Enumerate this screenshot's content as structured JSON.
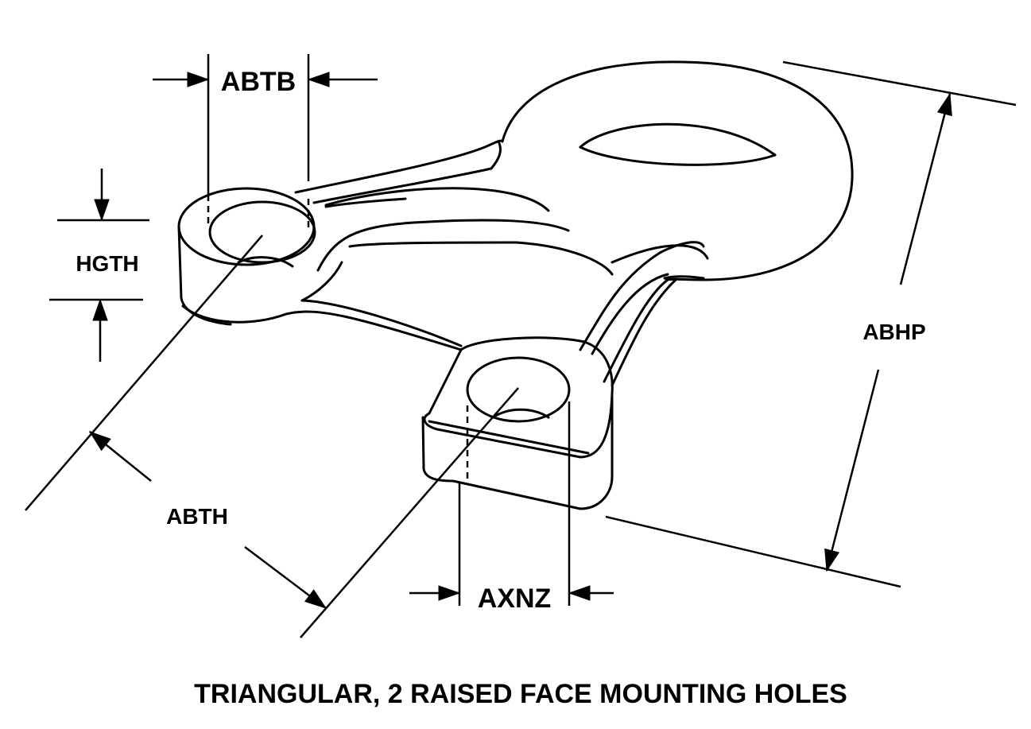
{
  "labels": {
    "abtb": "ABTB",
    "hgth": "HGTH",
    "abhp": "ABHP",
    "abth": "ABTH",
    "axnz": "AXNZ"
  },
  "caption": "TRIANGULAR, 2 RAISED FACE MOUNTING HOLES",
  "colors": {
    "line": "#000000",
    "background": "#ffffff"
  }
}
